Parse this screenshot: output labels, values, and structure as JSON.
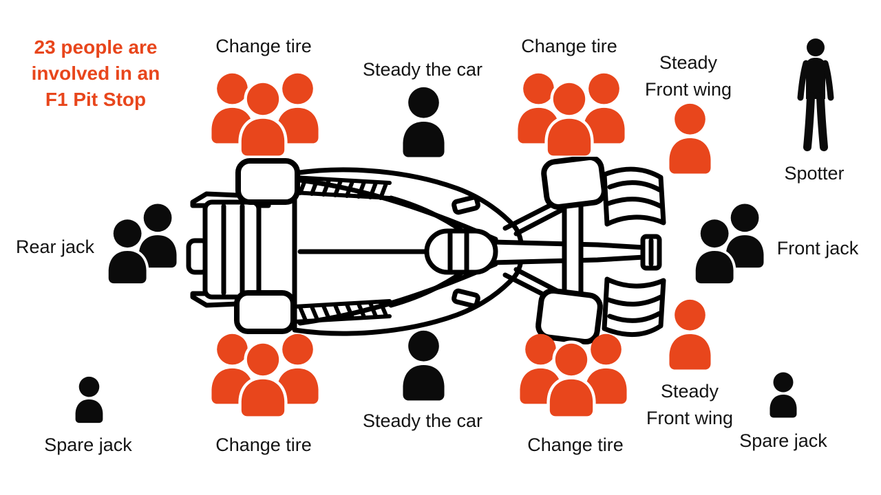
{
  "palette": {
    "accent": "#E8461C",
    "dark": "#0B0B0B",
    "label": "#141414",
    "background": "#FFFFFF"
  },
  "title": {
    "text": "23 people are involved in an F1 Pit Stop",
    "lines": [
      "23 people are",
      "involved in an",
      "F1 Pit Stop"
    ]
  },
  "total_people": 23,
  "illustration": {
    "name": "f1-car-top-view",
    "description": "Hand-drawn black line-art top view of a Formula 1 car; rear wing on the left, front wing on the right"
  },
  "crew": [
    {
      "id": "change-tire-top-left",
      "label": "Change tire",
      "people": 3,
      "color": "orange",
      "position": "top-left"
    },
    {
      "id": "steady-the-car-top",
      "label": "Steady the car",
      "people": 1,
      "color": "black",
      "position": "top-center"
    },
    {
      "id": "change-tire-top-right",
      "label": "Change tire",
      "people": 3,
      "color": "orange",
      "position": "top-right"
    },
    {
      "id": "steady-front-wing-top",
      "label": "Steady Front wing",
      "label_lines": [
        "Steady",
        "Front wing"
      ],
      "people": 1,
      "color": "orange",
      "position": "top-far-right"
    },
    {
      "id": "spotter",
      "label": "Spotter",
      "people": 1,
      "color": "black",
      "position": "right-top-corner"
    },
    {
      "id": "rear-jack",
      "label": "Rear jack",
      "people": 2,
      "color": "black",
      "position": "middle-left"
    },
    {
      "id": "front-jack",
      "label": "Front jack",
      "people": 2,
      "color": "black",
      "position": "middle-right"
    },
    {
      "id": "spare-jack-bottom-left",
      "label": "Spare jack",
      "people": 1,
      "color": "black",
      "position": "bottom-far-left"
    },
    {
      "id": "change-tire-bottom-left",
      "label": "Change tire",
      "people": 3,
      "color": "orange",
      "position": "bottom-left"
    },
    {
      "id": "steady-the-car-bottom",
      "label": "Steady the car",
      "people": 1,
      "color": "black",
      "position": "bottom-center"
    },
    {
      "id": "change-tire-bottom-right",
      "label": "Change tire",
      "people": 3,
      "color": "orange",
      "position": "bottom-right"
    },
    {
      "id": "steady-front-wing-bottom",
      "label": "Steady Front wing",
      "label_lines": [
        "Steady",
        "Front wing"
      ],
      "people": 1,
      "color": "orange",
      "position": "bottom-far-right"
    },
    {
      "id": "spare-jack-bottom-right",
      "label": "Spare jack",
      "people": 1,
      "color": "black",
      "position": "bottom-right-corner"
    }
  ]
}
